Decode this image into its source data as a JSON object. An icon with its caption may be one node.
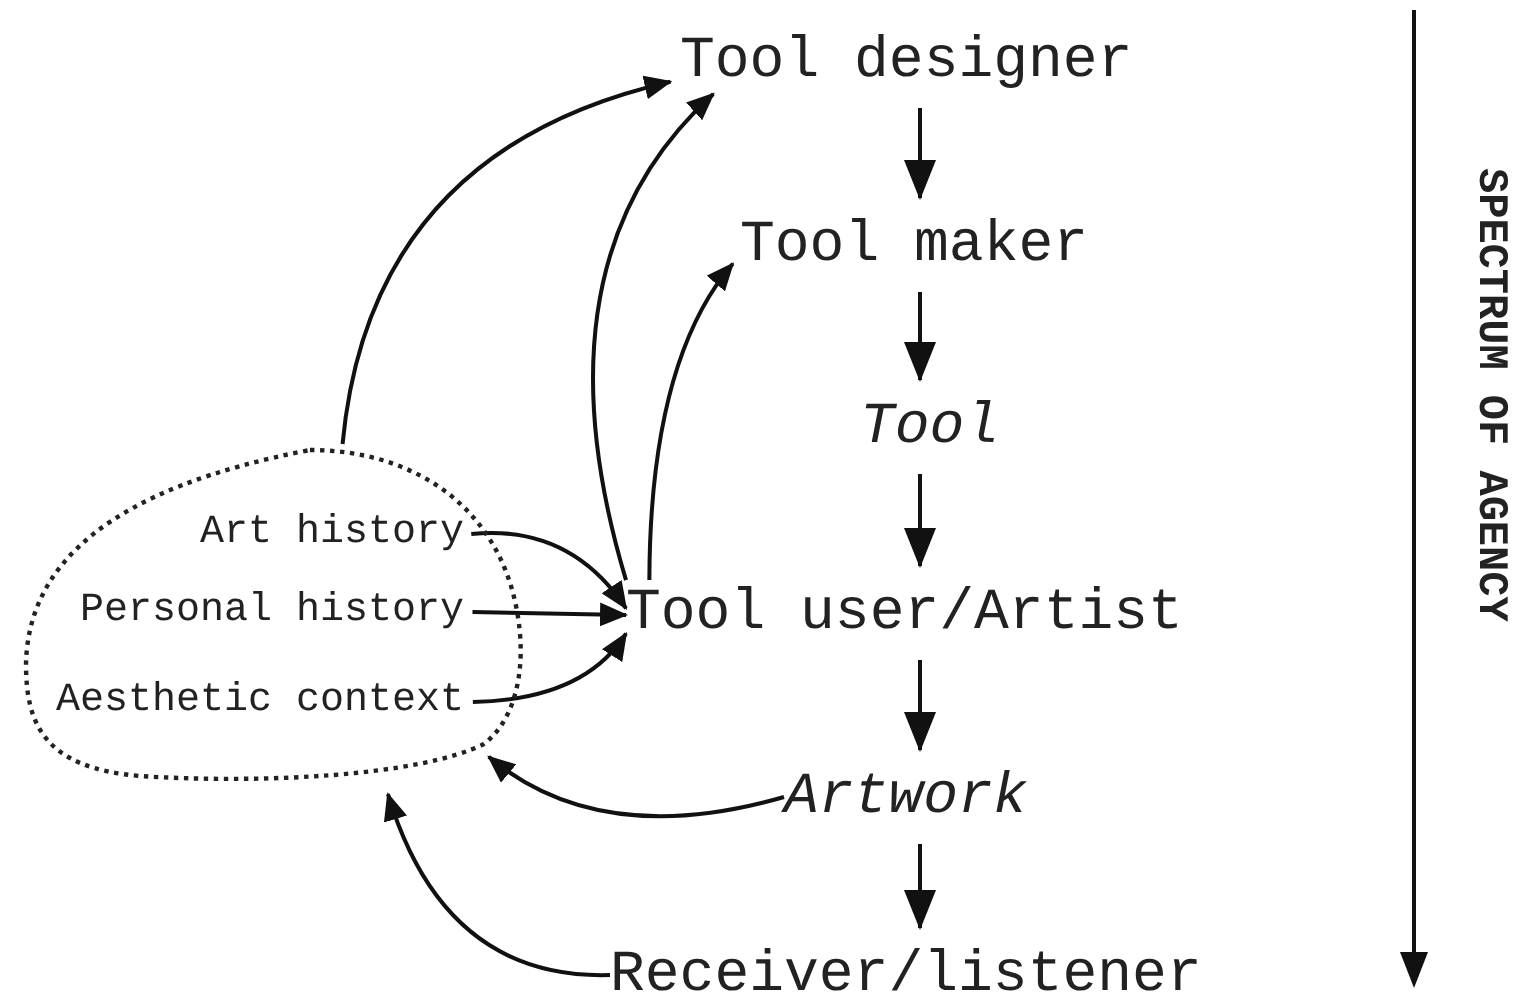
{
  "diagram": {
    "nodes": [
      {
        "text": [],
        "shape": "cloud"
      },
      {
        "text": [
          "Art history"
        ],
        "in": 0
      },
      {
        "text": [
          "Personal history"
        ],
        "in": 0
      },
      {
        "text": [
          "Aesthetic context"
        ],
        "in": 0
      },
      {
        "text": [
          "Tool designer"
        ]
      },
      {
        "text": [
          "Tool maker"
        ]
      },
      {
        "text": [
          "Tool"
        ]
      },
      {
        "text": [
          "Tool user/Artist"
        ]
      },
      {
        "text": [
          "Artwork"
        ]
      },
      {
        "text": [
          "Receiver/listener"
        ]
      }
    ],
    "edges": [
      {
        "from": 4,
        "to": 5,
        "arrow": "to"
      },
      {
        "from": 5,
        "to": 6,
        "arrow": "to"
      },
      {
        "from": 6,
        "to": 7,
        "arrow": "to"
      },
      {
        "from": 7,
        "to": 8,
        "arrow": "to"
      },
      {
        "from": 8,
        "to": 9,
        "arrow": "to"
      },
      {
        "from": 0,
        "to": 4,
        "arrow": "to"
      },
      {
        "from": 7,
        "to": 4,
        "arrow": "to"
      },
      {
        "from": 7,
        "to": 5,
        "arrow": "to"
      },
      {
        "from": 1,
        "to": 7,
        "arrow": "to"
      },
      {
        "from": 2,
        "to": 7,
        "arrow": "to"
      },
      {
        "from": 3,
        "to": 7,
        "arrow": "to"
      },
      {
        "from": 8,
        "to": 0,
        "arrow": "to"
      },
      {
        "from": 9,
        "to": 0,
        "arrow": "to"
      }
    ],
    "labels": [
      "SPECTRUM OF AGENCY"
    ]
  }
}
